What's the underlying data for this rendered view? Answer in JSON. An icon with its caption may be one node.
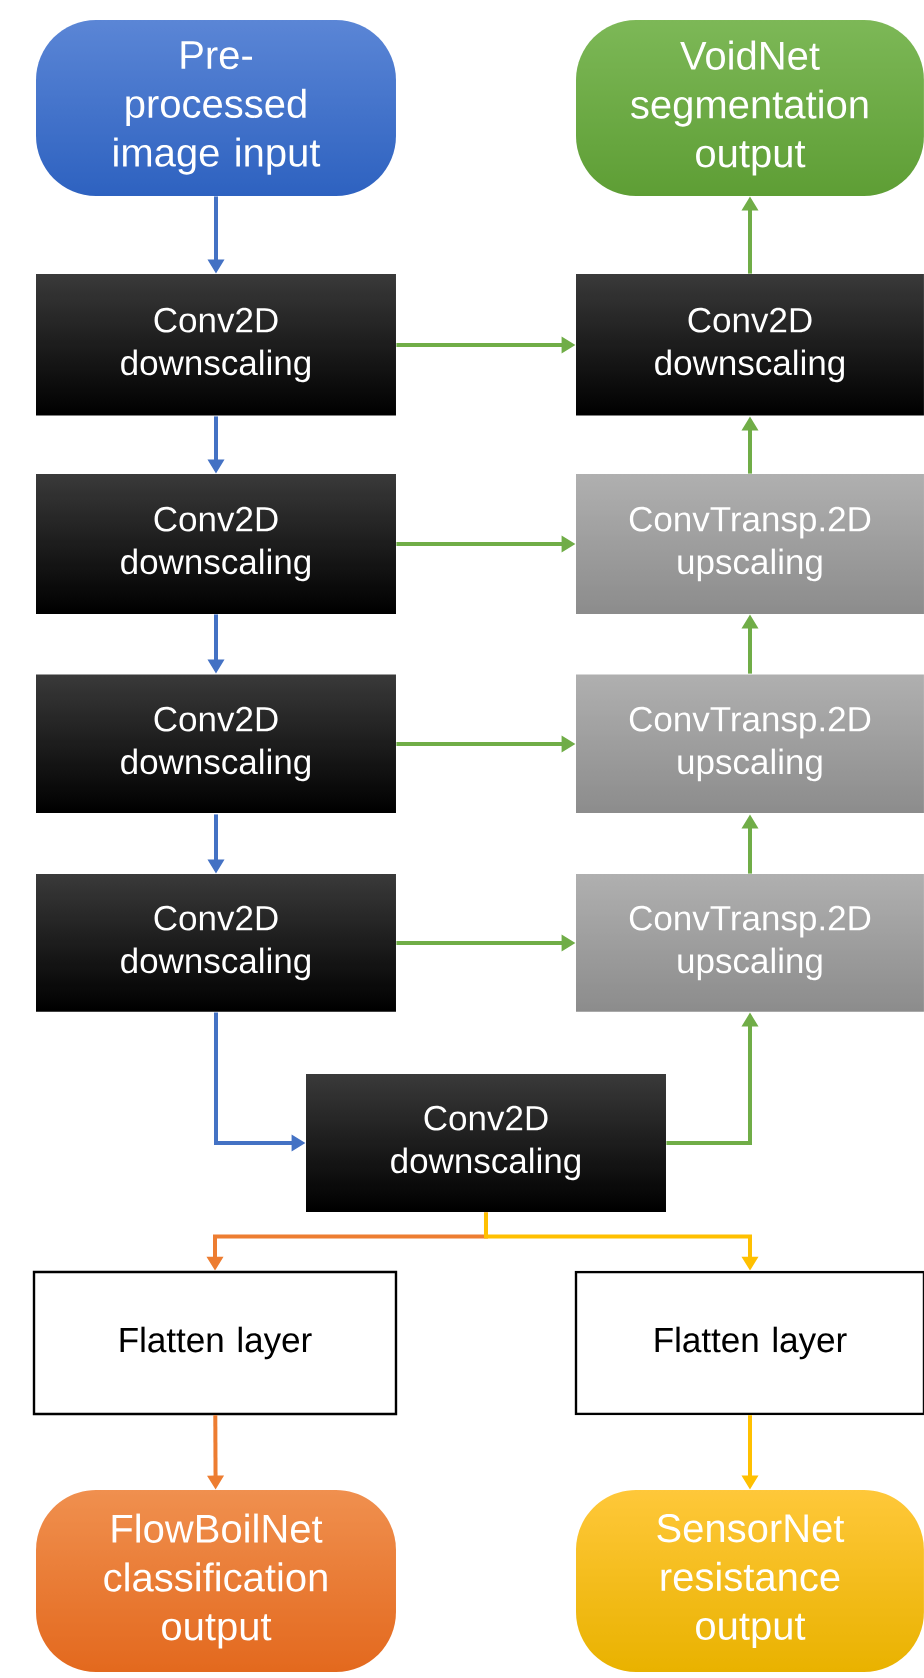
{
  "diagram": {
    "nodes": [
      {
        "text": [
          "Pre-processed image input"
        ]
      },
      {
        "text": [
          "VoidNet segmentation output"
        ]
      },
      {
        "text": [
          "Conv2D downscaling"
        ]
      },
      {
        "text": [
          "Conv2D downscaling"
        ]
      },
      {
        "text": [
          "Conv2D downscaling"
        ]
      },
      {
        "text": [
          "ConvTransp.2D upscaling"
        ]
      },
      {
        "text": [
          "Conv2D downscaling"
        ]
      },
      {
        "text": [
          "ConvTransp.2D upscaling"
        ]
      },
      {
        "text": [
          "Conv2D downscaling"
        ]
      },
      {
        "text": [
          "ConvTransp.2D upscaling"
        ]
      },
      {
        "text": [
          "Conv2D downscaling"
        ]
      },
      {
        "text": [
          "Flatten layer"
        ]
      },
      {
        "text": [
          "Flatten layer"
        ]
      },
      {
        "text": [
          "FlowBoilNet classification output"
        ]
      },
      {
        "text": [
          "SensorNet resistance output"
        ]
      }
    ],
    "edges": [
      {
        "from": 0,
        "to": 2,
        "arrow": "to",
        "color": "#4472c4"
      },
      {
        "from": 2,
        "to": 4,
        "arrow": "to",
        "color": "#4472c4"
      },
      {
        "from": 4,
        "to": 6,
        "arrow": "to",
        "color": "#4472c4"
      },
      {
        "from": 6,
        "to": 8,
        "arrow": "to",
        "color": "#4472c4"
      },
      {
        "from": 8,
        "to": 10,
        "arrow": "to",
        "color": "#4472c4"
      },
      {
        "from": 2,
        "to": 3,
        "arrow": "to"
      },
      {
        "from": 4,
        "to": 5,
        "arrow": "to"
      },
      {
        "from": 6,
        "to": 7,
        "arrow": "to"
      },
      {
        "from": 8,
        "to": 9,
        "arrow": "to"
      },
      {
        "from": 10,
        "to": 9,
        "arrow": "to"
      },
      {
        "from": 9,
        "to": 7,
        "arrow": "to"
      },
      {
        "from": 7,
        "to": 5,
        "arrow": "to"
      },
      {
        "from": 5,
        "to": 3,
        "arrow": "to"
      },
      {
        "from": 3,
        "to": 1,
        "arrow": "to"
      },
      {
        "from": 10,
        "to": 11,
        "arrow": "to",
        "color": "#ed7d31"
      },
      {
        "from": 10,
        "to": 12,
        "arrow": "to",
        "color": "#ffc000"
      },
      {
        "from": 11,
        "to": 13,
        "arrow": "to",
        "color": "#ed7d31"
      },
      {
        "from": 12,
        "to": 14,
        "arrow": "to",
        "color": "#ffc000"
      }
    ]
  }
}
